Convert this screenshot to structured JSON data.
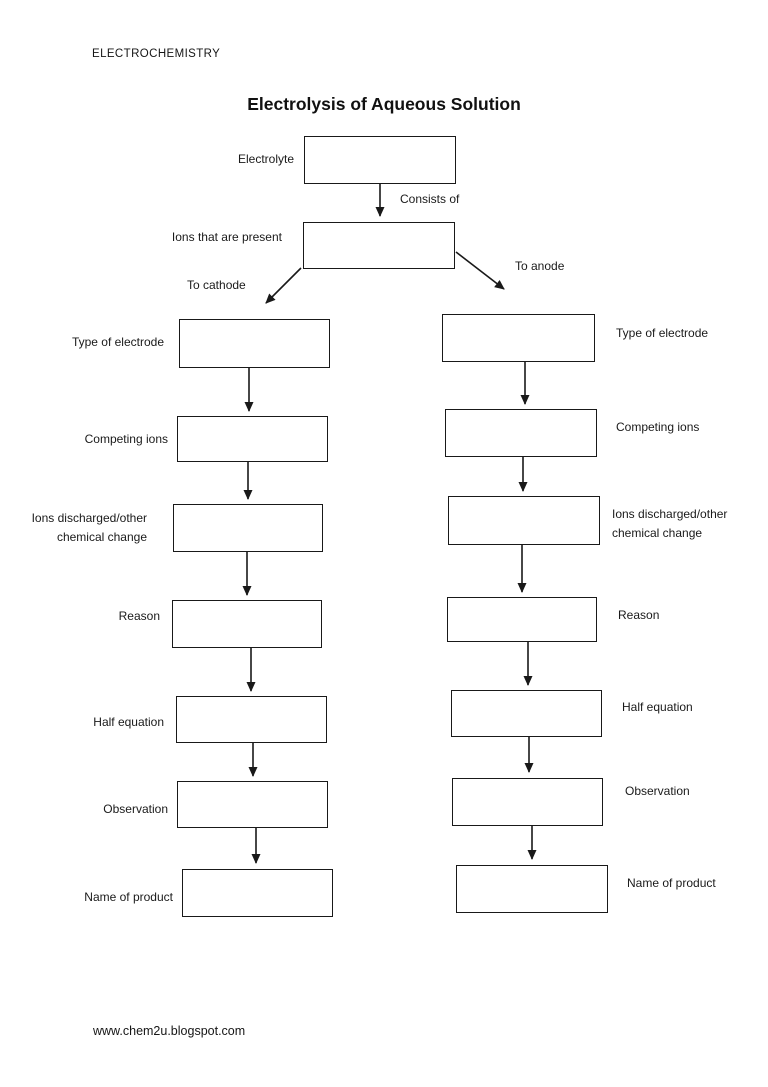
{
  "header": {
    "course_label": "ELECTROCHEMISTRY"
  },
  "title": {
    "text": "Electrolysis of Aqueous Solution"
  },
  "footer": {
    "url": "www.chem2u.blogspot.com"
  },
  "flow": {
    "electrolyte_label": "Electrolyte",
    "consists_of_label": "Consists of",
    "ions_present_label": "Ions that are present",
    "to_cathode_label": "To cathode",
    "to_anode_label": "To anode",
    "cathode_labels": [
      {
        "line1": "Type of electrode"
      },
      {
        "line1": "Competing ions"
      },
      {
        "line1": "Ions discharged/other",
        "line2": "chemical change"
      },
      {
        "line1": "Reason"
      },
      {
        "line1": "Half equation"
      },
      {
        "line1": "Observation"
      },
      {
        "line1": "Name of product"
      }
    ],
    "anode_labels": [
      {
        "line1": "Type of electrode"
      },
      {
        "line1": "Competing ions"
      },
      {
        "line1": "Ions discharged/other",
        "line2": "chemical change"
      },
      {
        "line1": "Reason"
      },
      {
        "line1": "Half equation"
      },
      {
        "line1": "Observation"
      },
      {
        "line1": "Name of product"
      }
    ],
    "line_color": "#191919",
    "background_color": "#ffffff"
  }
}
